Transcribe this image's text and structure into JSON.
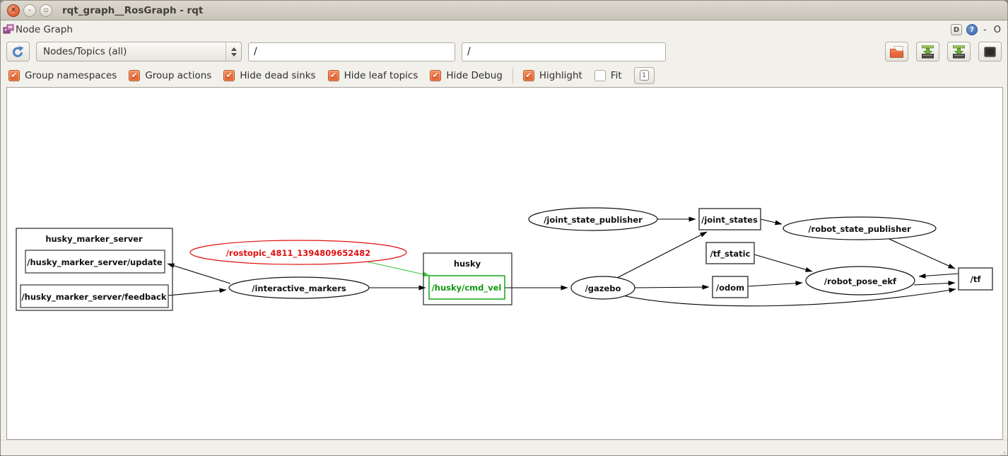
{
  "window": {
    "title": "rqt_graph__RosGraph - rqt",
    "controls": {
      "close": "✕",
      "minimize": "–",
      "maximize": "▫"
    }
  },
  "dock": {
    "title": "Node Graph",
    "buttons": [
      {
        "name": "detach-button",
        "glyph": "D"
      },
      {
        "name": "help-button",
        "glyph": "?"
      },
      {
        "name": "minimize-button",
        "glyph": "-"
      },
      {
        "name": "close-button",
        "glyph": "O"
      }
    ]
  },
  "toolbar": {
    "graph_type": "Nodes/Topics (all)",
    "node_filter": "/",
    "topic_filter": "/",
    "icons": [
      "refresh-icon",
      "open-folder-icon",
      "save-dot-icon",
      "save-image-icon",
      "screenshot-icon"
    ]
  },
  "options": {
    "items": [
      {
        "label": "Group namespaces",
        "checked": true
      },
      {
        "label": "Group actions",
        "checked": true
      },
      {
        "label": "Hide dead sinks",
        "checked": true
      },
      {
        "label": "Hide leaf topics",
        "checked": true
      },
      {
        "label": "Hide Debug",
        "checked": true
      },
      {
        "label": "Highlight",
        "checked": true
      },
      {
        "label": "Fit",
        "checked": false
      }
    ],
    "check_glyph": "✔",
    "zoom_one_label": "1"
  },
  "graph": {
    "labels": {
      "group1": "husky_marker_server",
      "update": "/husky_marker_server/update",
      "feedback": "/husky_marker_server/feedback",
      "rostopic": "/rostopic_4811_1394809652482",
      "interactive": "/interactive_markers",
      "group2": "husky",
      "cmd_vel": "/husky/cmd_vel",
      "gazebo": "/gazebo",
      "jsp": "/joint_state_publisher",
      "joint_states": "/joint_states",
      "rsp": "/robot_state_publisher",
      "tf_static": "/tf_static",
      "odom": "/odom",
      "rpe": "/robot_pose_ekf",
      "tf": "/tf"
    },
    "edges": [
      {
        "from": "/interactive_markers",
        "to": "/husky_marker_server/update",
        "color": "black"
      },
      {
        "from": "/husky_marker_server/feedback",
        "to": "/interactive_markers",
        "color": "black"
      },
      {
        "from": "/rostopic_4811_1394809652482",
        "to": "/husky/cmd_vel",
        "color": "green"
      },
      {
        "from": "/interactive_markers",
        "to": "/husky/cmd_vel",
        "color": "black"
      },
      {
        "from": "/husky/cmd_vel",
        "to": "/gazebo",
        "color": "black"
      },
      {
        "from": "/gazebo",
        "to": "/joint_states",
        "color": "black"
      },
      {
        "from": "/joint_state_publisher",
        "to": "/joint_states",
        "color": "black"
      },
      {
        "from": "/joint_states",
        "to": "/robot_state_publisher",
        "color": "black"
      },
      {
        "from": "/gazebo",
        "to": "/odom",
        "color": "black"
      },
      {
        "from": "/tf_static",
        "to": "/robot_pose_ekf",
        "color": "black"
      },
      {
        "from": "/odom",
        "to": "/robot_pose_ekf",
        "color": "black"
      },
      {
        "from": "/robot_state_publisher",
        "to": "/tf",
        "color": "black"
      },
      {
        "from": "/tf",
        "to": "/robot_pose_ekf",
        "color": "black"
      },
      {
        "from": "/robot_pose_ekf",
        "to": "/tf",
        "color": "black"
      },
      {
        "from": "/gazebo",
        "to": "/tf",
        "color": "black"
      }
    ]
  },
  "colors": {
    "highlight_red": "#e01010",
    "highlight_green": "#14a714",
    "green_edge": "#3fc43f",
    "checkbox_orange": "#ee6a36",
    "refresh_blue": "#4d80c4",
    "canvas_bg": "#ffffff"
  }
}
